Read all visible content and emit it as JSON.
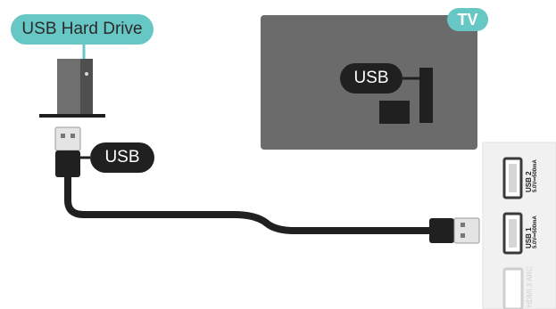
{
  "labels": {
    "drive": "USB Hard Drive",
    "tv": "TV",
    "usb_tv": "USB",
    "usb_cable": "USB"
  },
  "ports": [
    {
      "name": "USB 2",
      "spec": "5.0V⎓500mA"
    },
    {
      "name": "USB 1",
      "spec": "5.0V⎓500mA"
    },
    {
      "name": "HDMI 3 ARC"
    }
  ],
  "colors": {
    "teal": "#67c7c4",
    "dark": "#202020",
    "tv_body": "#6b6b6b",
    "panel": "#f1f1f1"
  }
}
